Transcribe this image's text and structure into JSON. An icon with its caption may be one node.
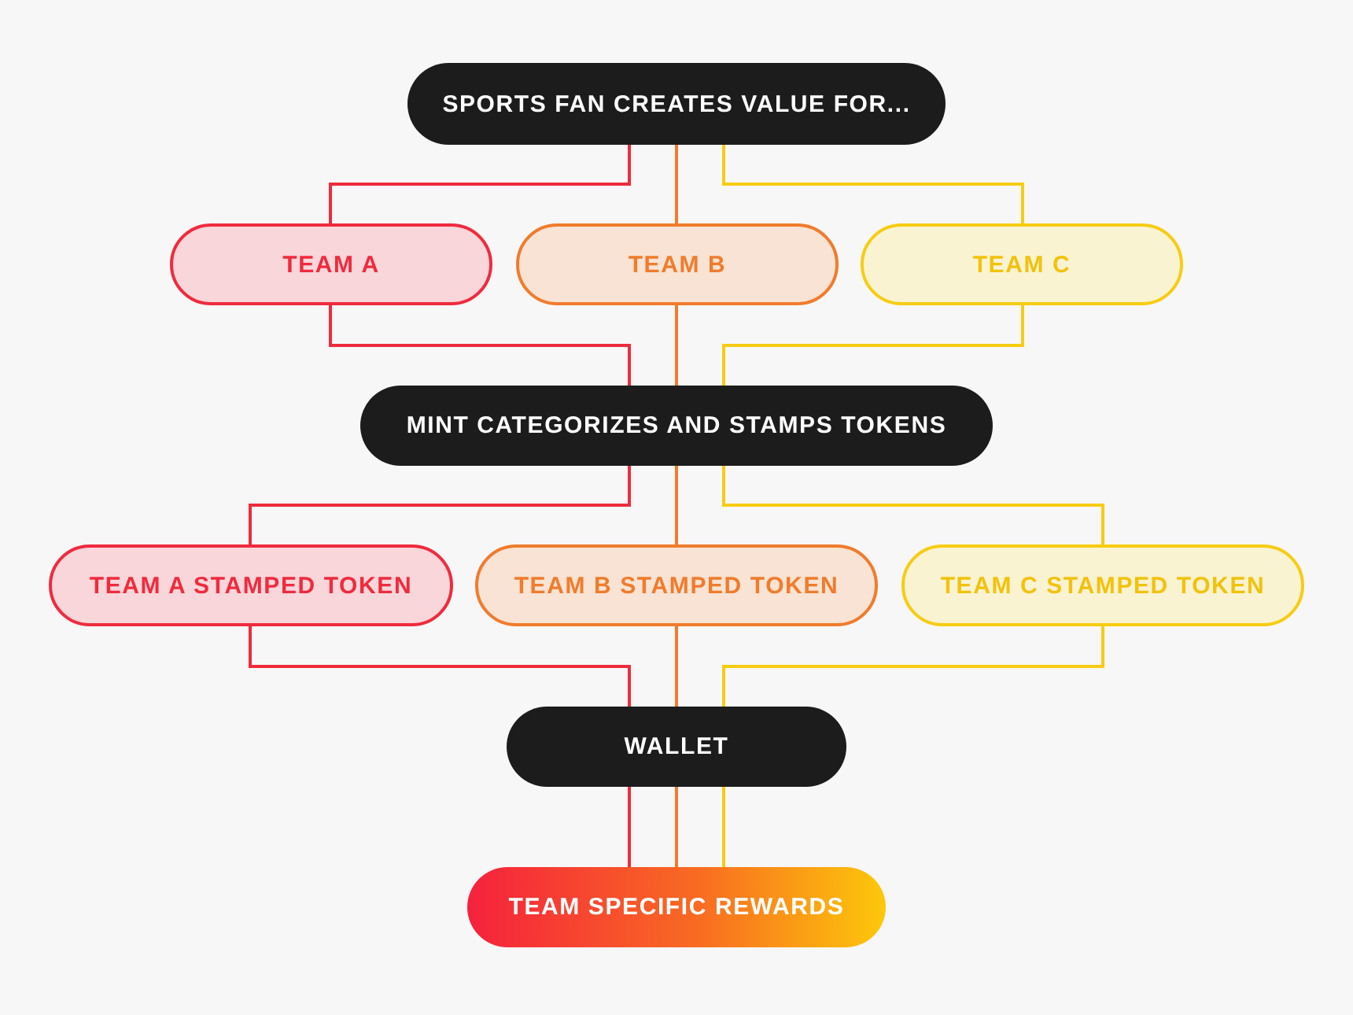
{
  "diagram": {
    "nodes": [
      {
        "text": [
          "SPORTS FAN CREATES VALUE FOR..."
        ]
      },
      {
        "text": [
          "TEAM A"
        ]
      },
      {
        "text": [
          "TEAM B"
        ]
      },
      {
        "text": [
          "TEAM C"
        ]
      },
      {
        "text": [
          "MINT CATEGORIZES AND STAMPS TOKENS"
        ]
      },
      {
        "text": [
          "TEAM A STAMPED TOKEN"
        ]
      },
      {
        "text": [
          "TEAM B STAMPED TOKEN"
        ]
      },
      {
        "text": [
          "TEAM C STAMPED TOKEN"
        ]
      },
      {
        "text": [
          "WALLET"
        ]
      },
      {
        "text": [
          "TEAM SPECIFIC REWARDS"
        ]
      }
    ],
    "edges": [
      {
        "from": 0,
        "to": 1,
        "arrow": "none",
        "color": "#ef2b3d"
      },
      {
        "from": 0,
        "to": 2,
        "arrow": "none",
        "color": "#f07c2c"
      },
      {
        "from": 0,
        "to": 3,
        "arrow": "none",
        "color": "#f7cc12"
      },
      {
        "from": 1,
        "to": 4,
        "arrow": "none",
        "color": "#ef2b3d"
      },
      {
        "from": 2,
        "to": 4,
        "arrow": "none",
        "color": "#f07c2c"
      },
      {
        "from": 3,
        "to": 4,
        "arrow": "none",
        "color": "#f7cc12"
      },
      {
        "from": 4,
        "to": 5,
        "arrow": "none",
        "color": "#ef2b3d"
      },
      {
        "from": 4,
        "to": 6,
        "arrow": "none",
        "color": "#f07c2c"
      },
      {
        "from": 4,
        "to": 7,
        "arrow": "none",
        "color": "#f7cc12"
      },
      {
        "from": 5,
        "to": 8,
        "arrow": "none",
        "color": "#ef2b3d"
      },
      {
        "from": 6,
        "to": 8,
        "arrow": "none",
        "color": "#f07c2c"
      },
      {
        "from": 7,
        "to": 8,
        "arrow": "none",
        "color": "#f7cc12"
      },
      {
        "from": 8,
        "to": 9,
        "arrow": "none",
        "color": "#ef2b3d"
      },
      {
        "from": 8,
        "to": 9,
        "arrow": "none",
        "color": "#f07c2c"
      },
      {
        "from": 8,
        "to": 9,
        "arrow": "none",
        "color": "#f7cc12"
      }
    ]
  }
}
